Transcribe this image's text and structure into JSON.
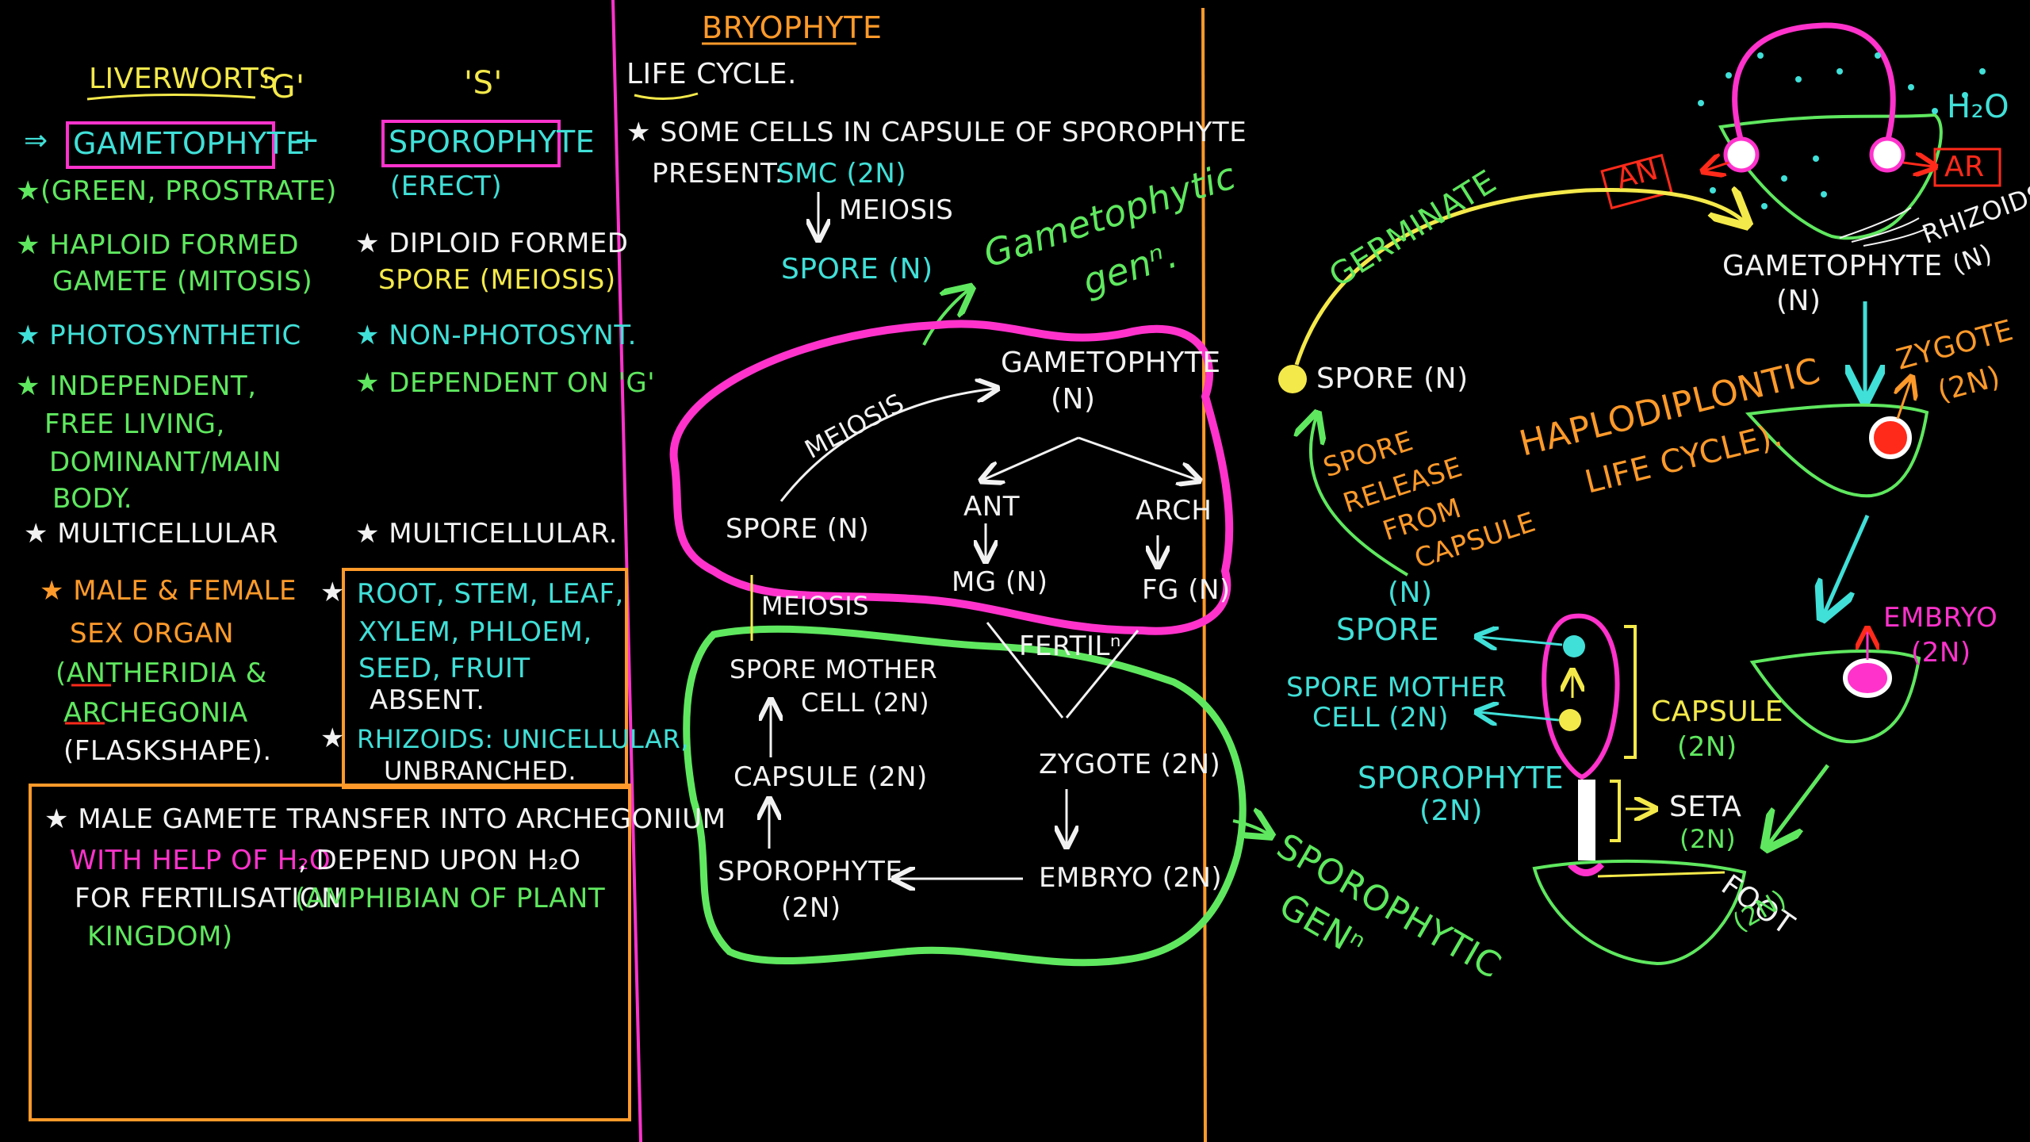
{
  "colors": {
    "background": "#000000",
    "green": "#5fe85f",
    "cyan": "#40e0d8",
    "white": "#f2f2f2",
    "orange": "#ff9a2a",
    "magenta": "#ff33cc",
    "yellow": "#f4e94a",
    "red": "#ff2a1a"
  },
  "left": {
    "liverworts": "LIVERWORTS",
    "g_tag": "'G'",
    "s_tag": "'S'",
    "arrow": "⇒",
    "gametophyte": "GAMETOPHYTE",
    "plus": "+",
    "sporophyte": "SPOROPHYTE",
    "g_points": {
      "p1": "★(GREEN, PROSTRATE)",
      "p2_line1": "★ HAPLOID FORMED",
      "p2_line2": "GAMETE (MITOSIS)",
      "p3": "★ PHOTOSYNTHETIC",
      "p4_line1": "★ INDEPENDENT,",
      "p4_line2": "FREE LIVING,",
      "p4_line3": "DOMINANT/MAIN",
      "p4_line4": "BODY.",
      "p5": "★ MULTICELLULAR",
      "p6_line1": "★ MALE & FEMALE",
      "p6_line2": "SEX ORGAN",
      "p6_line3": "(ANTHERIDIA &",
      "p6_line4": "ARCHEGONIA",
      "p6_line5": "(FLASKSHAPE)."
    },
    "s_points": {
      "p1": "(ERECT)",
      "p2_line1": "★ DIPLOID FORMED",
      "p2_line2": "SPORE (MEIOSIS)",
      "p3": "★ NON-PHOTOSYNT.",
      "p4": "★ DEPENDENT ON 'G'",
      "p5": "★ MULTICELLULAR.",
      "box_star": "★",
      "p6_line1": "ROOT, STEM, LEAF,",
      "p6_line2": "XYLEM, PHLOEM,",
      "p6_line3": "SEED, FRUIT",
      "p6_line4": "ABSENT.",
      "p7_star": "★",
      "p7_line1": "RHIZOIDS: UNICELLULAR,",
      "p7_line2": "UNBRANCHED."
    },
    "note": {
      "line1": "★ MALE GAMETE TRANSFER INTO ARCHEGONIUM",
      "line2a": "WITH HELP OF H₂O",
      "line2b": ", DEPEND UPON H₂O",
      "line3a": "FOR FERTILISATION",
      "line3b": "(AMPHIBIAN OF PLANT",
      "line4": "KINGDOM)"
    }
  },
  "middle": {
    "title": "BRYOPHYTE",
    "subtitle": "LIFE CYCLE.",
    "line1": "★ SOME CELLS IN CAPSULE OF SPOROPHYTE",
    "line2a": "PRESENT:",
    "line2b": "SMC (2N)",
    "meiosis_top": "MEIOSIS",
    "spore_n": "SPORE (N)",
    "gametophytic_gen": "Gametophytic",
    "gametophytic_gen2": "genⁿ.",
    "cycle": {
      "gametophyte": "GAMETOPHYTE",
      "gametophyte_n": "(N)",
      "meiosis_arc": "MEIOSIS",
      "spore": "SPORE (N)",
      "ant": "ANT",
      "arch": "ARCH",
      "mg": "MG (N)",
      "fg": "FG (N)",
      "meiosis_side": "MEIOSIS",
      "fertil": "FERTILⁿ",
      "smc1": "SPORE MOTHER",
      "smc2": "CELL (2N)",
      "zygote": "ZYGOTE (2N)",
      "capsule": "CAPSULE (2N)",
      "embryo": "EMBRYO (2N)",
      "sporophyte": "SPOROPHYTE",
      "sporophyte_2n": "(2N)",
      "sporophytic_gen": "SPOROPHYTIC",
      "sporophytic_gen2": "GENⁿ"
    }
  },
  "right": {
    "h2o": "H₂O",
    "an": "AN",
    "ar": "AR",
    "rhizoids": "RHIZOIDS",
    "rhizoids_n": "(N)",
    "germinate": "GERMINATE",
    "gametophyte": "GAMETOPHYTE",
    "gametophyte_n": "(N)",
    "spore_n": "SPORE (N)",
    "zygote": "ZYGOTE",
    "zygote_2n": "(2N)",
    "haplo1": "HAPLODIPLONTIC",
    "haplo2": "LIFE CYCLE).",
    "release1": "SPORE",
    "release2": "RELEASE",
    "release3": "FROM",
    "release4": "CAPSULE",
    "spore_lbl_n": "(N)",
    "spore_lbl": "SPORE",
    "embryo": "EMBRYO",
    "embryo_2n": "(2N)",
    "smc1": "SPORE MOTHER",
    "smc2": "CELL (2N)",
    "capsule": "CAPSULE",
    "capsule_2n": "(2N)",
    "sporophyte": "SPOROPHYTE",
    "sporophyte_2n": "(2N)",
    "seta": "SETA",
    "seta_2n": "(2N)",
    "foot": "FOOT",
    "foot_2n": "(2N)"
  }
}
